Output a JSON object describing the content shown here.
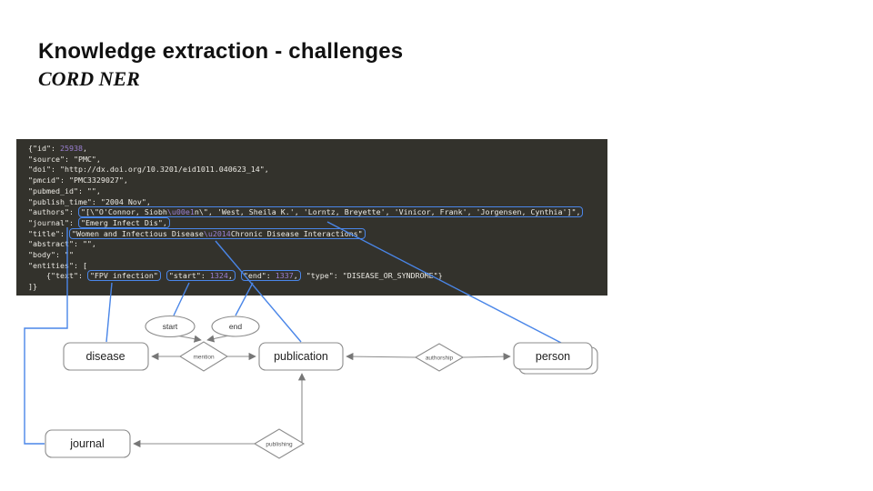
{
  "slide": {
    "title": "Knowledge extraction - challenges",
    "subtitle": "CORD NER"
  },
  "colors": {
    "highlight_blue": "#4a86e8",
    "code_background": "#33322c",
    "code_text": "#eceae4",
    "code_number_purple": "#9a7fd1",
    "diagram_stroke": "#8c8c8c"
  },
  "code": {
    "lines": [
      [
        {
          "parts": [
            {
              "t": "{\"id\": "
            },
            {
              "t": "25938",
              "c": 1
            },
            {
              "t": ","
            }
          ]
        }
      ],
      [
        {
          "parts": [
            {
              "t": "\"source\": \"PMC\","
            }
          ]
        }
      ],
      [
        {
          "parts": [
            {
              "t": "\"doi\": \"http://dx.doi.org/10.3201/eid1011.040623_14\","
            }
          ]
        }
      ],
      [
        {
          "parts": [
            {
              "t": "\"pmcid\": \"PMC3329027\","
            }
          ]
        }
      ],
      [
        {
          "parts": [
            {
              "t": "\"pubmed_id\": \"\","
            }
          ]
        }
      ],
      [
        {
          "parts": [
            {
              "t": "\"publish_time\": \"2004 Nov\","
            }
          ]
        }
      ],
      [
        {
          "parts": [
            {
              "t": "\"authors\": "
            }
          ]
        },
        {
          "box": true,
          "parts": [
            {
              "t": "\"[\\\"O'Connor, Siobh"
            },
            {
              "t": "\\u00e1",
              "c": 1
            },
            {
              "t": "n\\\", 'West, Sheila K.', 'Lorntz, Breyette', 'Vinicor, Frank', 'Jorgensen, Cynthia']\","
            }
          ]
        }
      ],
      [
        {
          "parts": [
            {
              "t": "\"journal\": "
            }
          ]
        },
        {
          "box": true,
          "parts": [
            {
              "t": "\"Emerg Infect Dis\","
            }
          ]
        }
      ],
      [
        {
          "parts": [
            {
              "t": "\"title\": "
            }
          ]
        },
        {
          "box": true,
          "parts": [
            {
              "t": "\"Women and Infectious Disease"
            },
            {
              "t": "\\u2014",
              "c": 1
            },
            {
              "t": "Chronic Disease Interactions\""
            }
          ]
        }
      ],
      [
        {
          "parts": [
            {
              "t": "\"abstract\": \"\","
            }
          ]
        }
      ],
      [
        {
          "parts": [
            {
              "t": "\"body\": \"\""
            }
          ]
        }
      ],
      [
        {
          "parts": [
            {
              "t": "\"entities\": ["
            }
          ]
        }
      ],
      [
        {
          "parts": [
            {
              "t": "    {\"text\": "
            }
          ]
        },
        {
          "box": true,
          "parts": [
            {
              "t": "\"FPV infection\""
            }
          ]
        },
        {
          "parts": [
            {
              "t": " "
            }
          ]
        },
        {
          "box": true,
          "parts": [
            {
              "t": "\"start\": "
            },
            {
              "t": "1324",
              "c": 1
            },
            {
              "t": ","
            }
          ]
        },
        {
          "parts": [
            {
              "t": " "
            }
          ]
        },
        {
          "box": true,
          "parts": [
            {
              "t": "\"end\": "
            },
            {
              "t": "1337",
              "c": 1
            },
            {
              "t": ","
            }
          ]
        },
        {
          "parts": [
            {
              "t": " \"type\": \"DISEASE_OR_SYNDROME\"}"
            }
          ]
        }
      ],
      [
        {
          "parts": [
            {
              "t": "]}"
            }
          ]
        }
      ]
    ]
  },
  "diagram": {
    "disease": "disease",
    "publication": "publication",
    "person": "person",
    "journal": "journal",
    "mention": "mention",
    "authorship": "authorship",
    "publishing": "publishing",
    "start": "start",
    "end": "end"
  }
}
